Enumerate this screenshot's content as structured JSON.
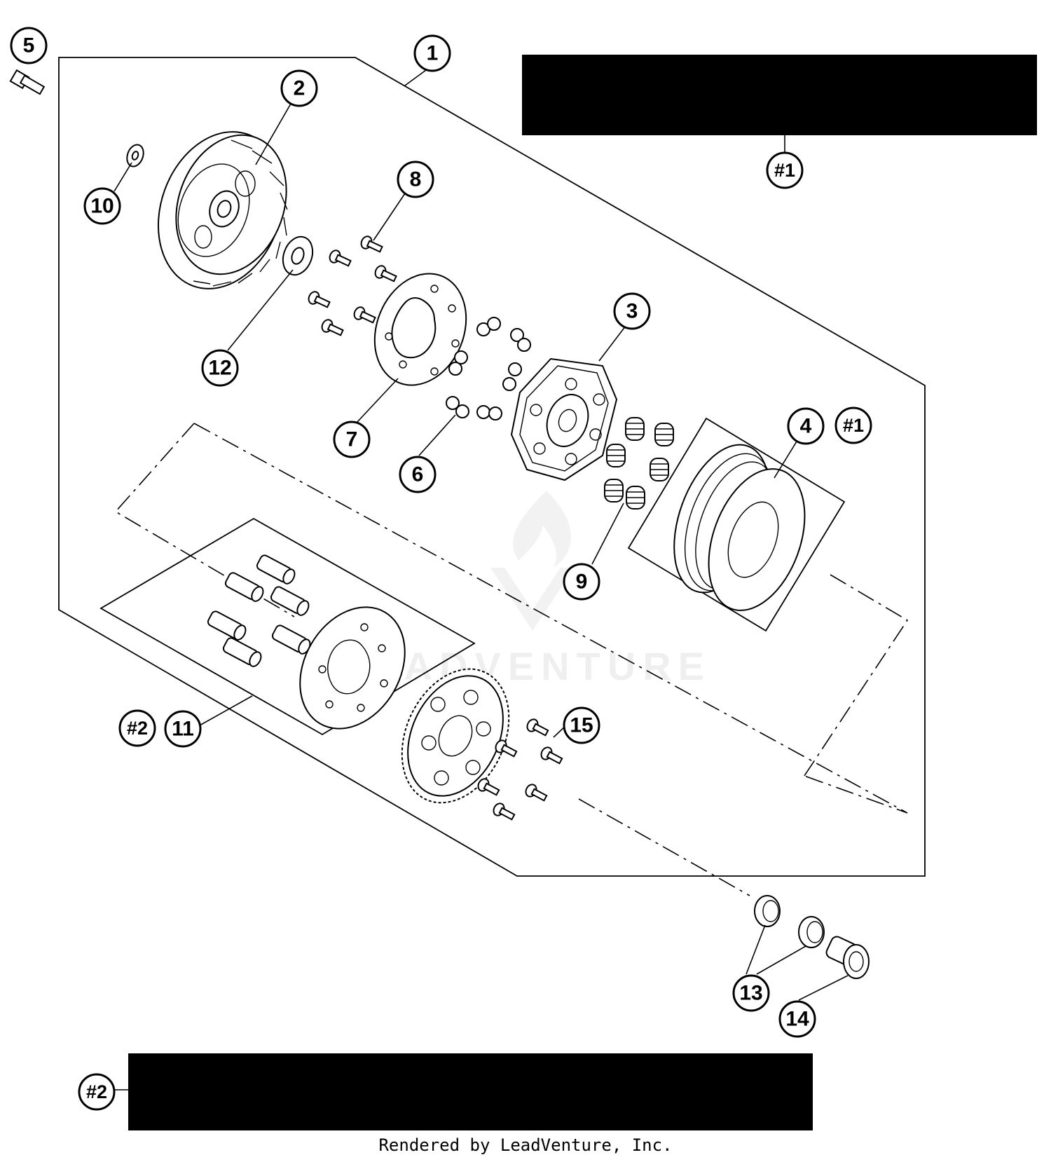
{
  "callouts": {
    "c1": "1",
    "c2": "2",
    "c3": "3",
    "c4": "4",
    "c5": "5",
    "c6": "6",
    "c7": "7",
    "c8": "8",
    "c9": "9",
    "c10": "10",
    "c11": "11",
    "c12": "12",
    "c13": "13",
    "c14": "14",
    "c15": "15"
  },
  "references": {
    "r1_top": "#1",
    "r1_kit": "#1",
    "r2_kit": "#2",
    "r2_bottom": "#2"
  },
  "watermark": {
    "brand": "LEADVENTURE"
  },
  "footer": {
    "credit": "Rendered by LeadVenture, Inc."
  },
  "colors": {
    "ink": "#000000",
    "paper": "#ffffff"
  }
}
